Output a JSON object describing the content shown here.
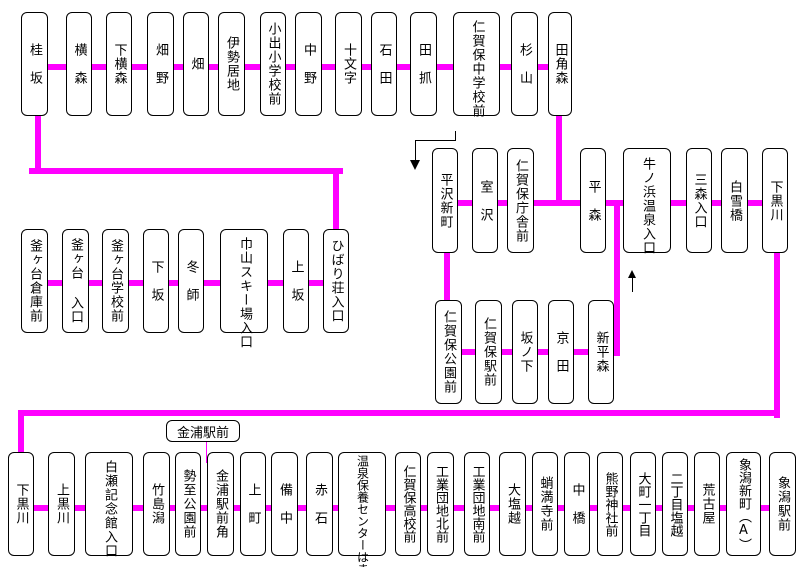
{
  "title": "バス路線図",
  "line_color": "#ff00ff",
  "row1": [
    "桂　坂",
    "横　森",
    "下横森",
    "畑　野",
    "畑",
    "伊勢居地",
    "小出小学校前",
    "中　野",
    "十文字",
    "石　田",
    "田　抓",
    "仁賀保中学校前",
    "杉　山",
    "田角森"
  ],
  "row2": [
    "釜ヶ台倉庫前",
    "釜ヶ台 入口",
    "釜ヶ台学校前",
    "下　坂",
    "冬　師",
    "巾山スキー場入口",
    "上　坂",
    "ひばり荘入口"
  ],
  "row3": [
    "平沢新町",
    "室　沢",
    "仁賀保庁舎前",
    "平　森",
    "牛ノ浜温泉入口",
    "三森入口",
    "白雪橋",
    "下黒川"
  ],
  "row4": [
    "仁賀保公園前",
    "仁賀保駅前",
    "坂ノ下",
    "京　田",
    "新平森"
  ],
  "row5": [
    "下黒川",
    "上黒川",
    "白瀬記念館入口",
    "竹島潟",
    "勢至公園前",
    "金浦駅前角",
    "上　町",
    "備　中",
    "赤　石",
    "温泉保養センターはまなす前",
    "仁賀保高校前",
    "工業団地北前",
    "工業団地南前",
    "大塩越",
    "蛸満寺前",
    "中　橋",
    "熊野神社前",
    "大町一丁目",
    "二丁目塩越",
    "荒古屋",
    "象潟新町（A）",
    "象潟駅前"
  ],
  "callout": "金浦駅前"
}
